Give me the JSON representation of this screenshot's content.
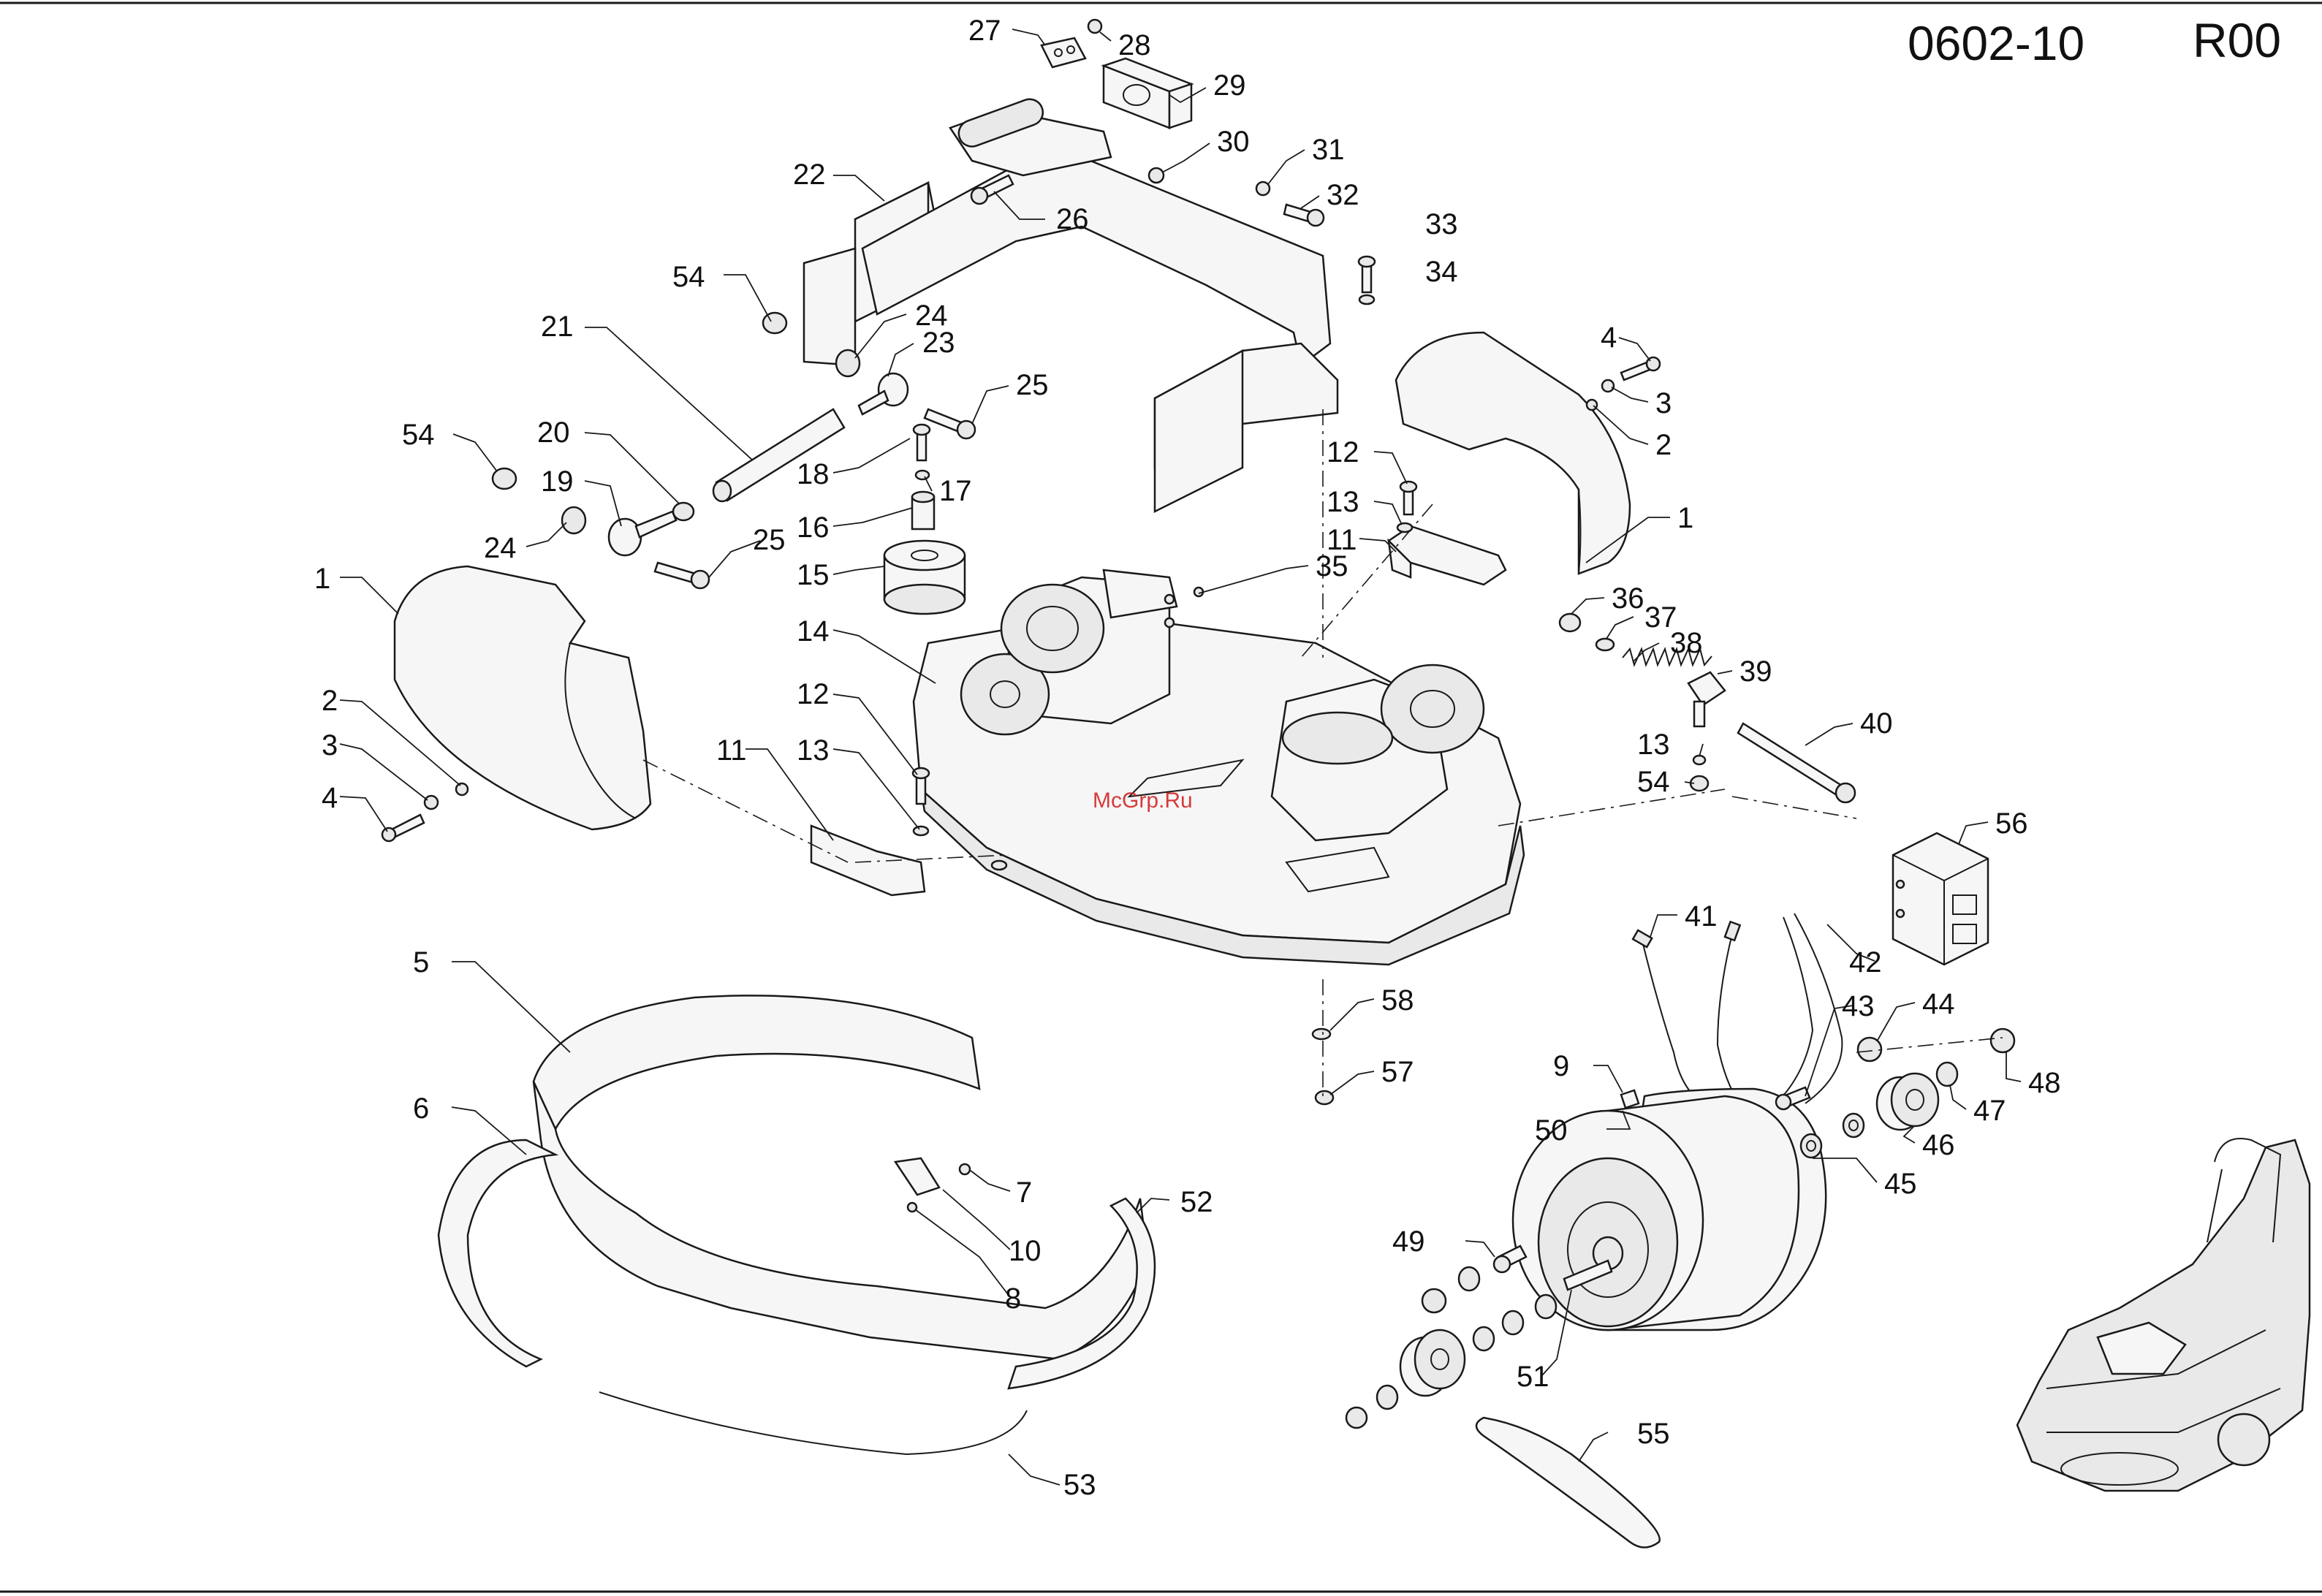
{
  "header": {
    "drawing_number": "0602-10",
    "revision": "R00"
  },
  "watermark": "McGrp.Ru",
  "callouts": [
    "1",
    "2",
    "3",
    "4",
    "5",
    "6",
    "7",
    "8",
    "9",
    "10",
    "11",
    "12",
    "13",
    "14",
    "15",
    "16",
    "17",
    "18",
    "19",
    "20",
    "21",
    "22",
    "23",
    "24",
    "25",
    "26",
    "27",
    "28",
    "29",
    "30",
    "31",
    "32",
    "33",
    "34",
    "35",
    "36",
    "37",
    "38",
    "39",
    "40",
    "41",
    "42",
    "43",
    "44",
    "45",
    "46",
    "47",
    "48",
    "49",
    "50",
    "51",
    "52",
    "53",
    "54",
    "55",
    "56",
    "57",
    "58"
  ]
}
